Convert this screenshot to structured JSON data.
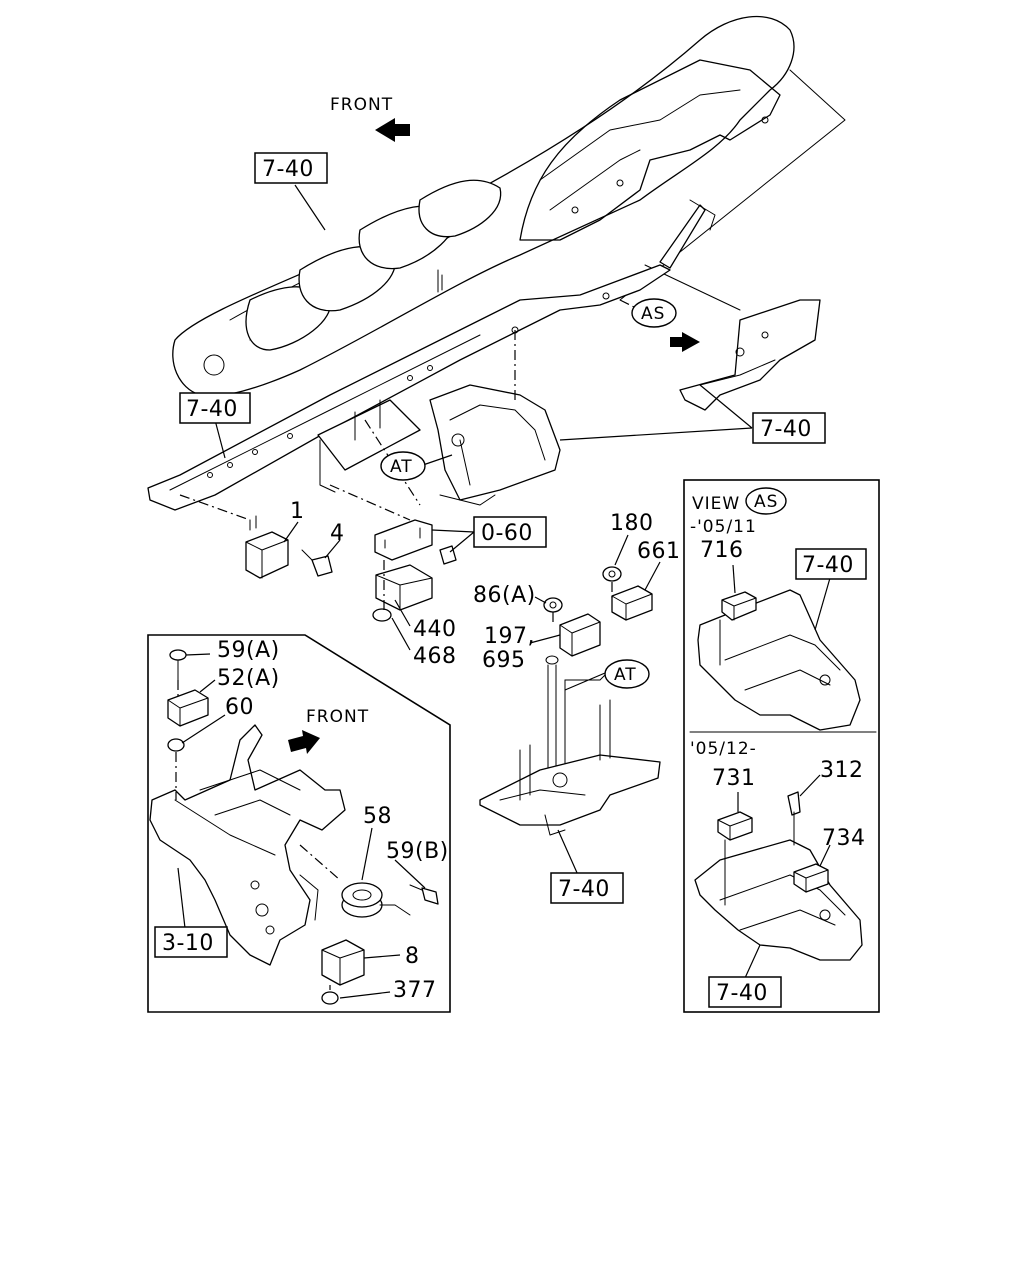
{
  "labels": {
    "front_top": "FRONT",
    "front_inset": "FRONT",
    "ref_7_40_a": "7-40",
    "ref_7_40_b": "7-40",
    "ref_7_40_c": "7-40",
    "ref_7_40_d": "7-40",
    "ref_7_40_e": "7-40",
    "ref_7_40_f": "7-40",
    "ref_0_60": "0-60",
    "ref_3_10": "3-10",
    "as_marker": "AS",
    "at_marker_a": "AT",
    "at_marker_b": "AT",
    "view_text": "VIEW",
    "view_as": "AS",
    "date_range_1": "-'05/11",
    "date_range_2": "'05/12-"
  },
  "parts": {
    "p1": "1",
    "p4": "4",
    "p440": "440",
    "p468": "468",
    "p180": "180",
    "p661": "661",
    "p86a": "86(A)",
    "p197": "197,",
    "p695": "695",
    "p59a": "59(A)",
    "p52a": "52(A)",
    "p60": "60",
    "p58": "58",
    "p59b": "59(B)",
    "p8": "8",
    "p377": "377",
    "p716": "716",
    "p731": "731",
    "p312": "312",
    "p734": "734"
  }
}
